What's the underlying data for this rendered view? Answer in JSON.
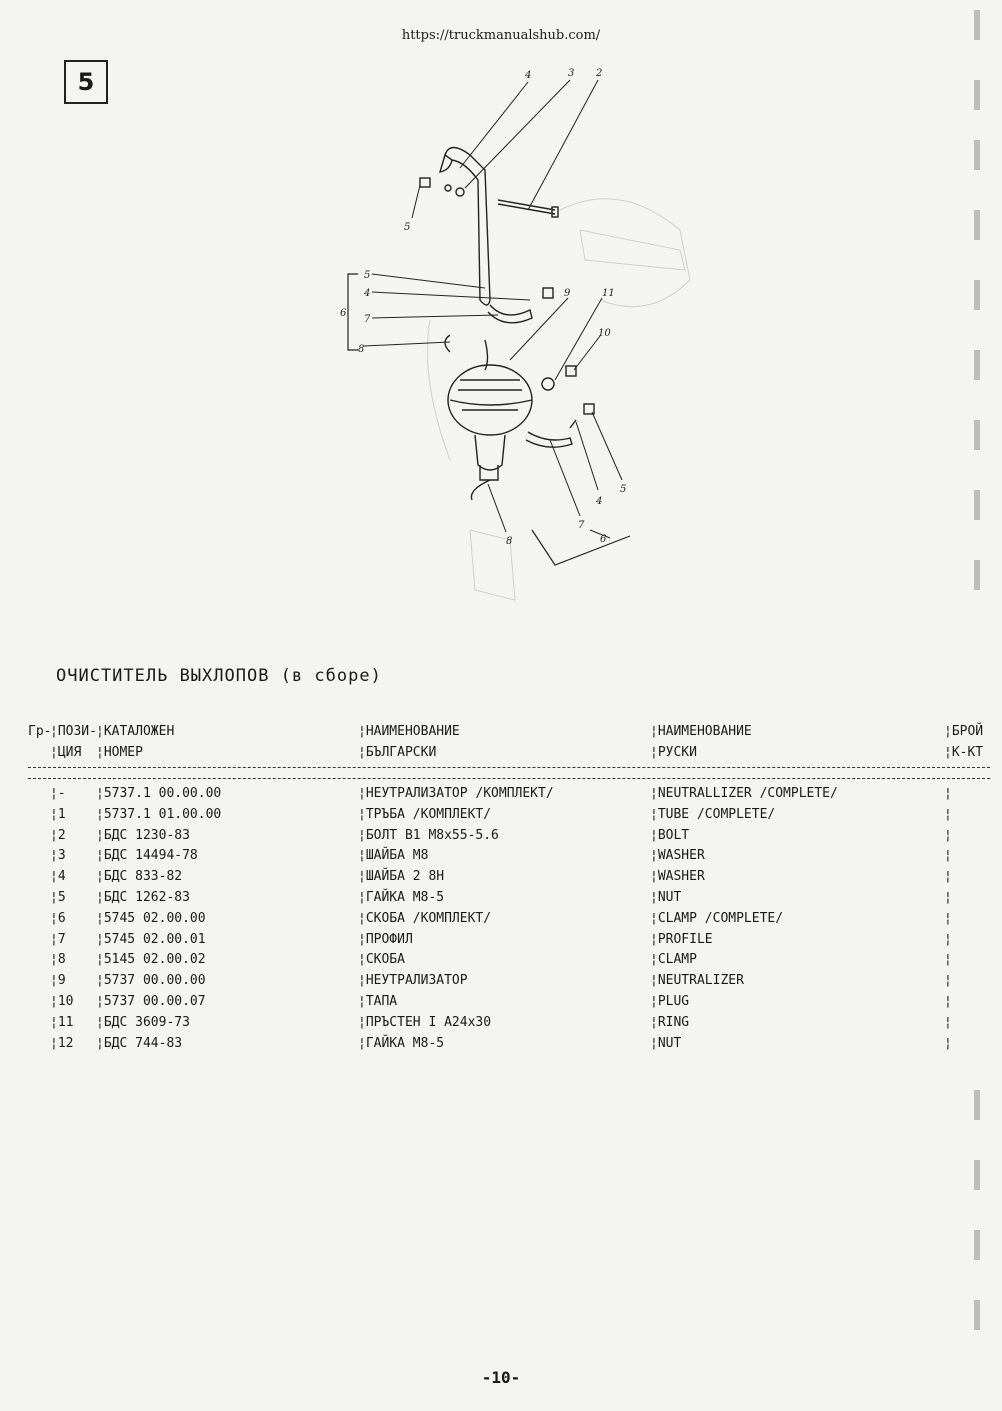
{
  "header": {
    "url": "https://truckmanualshub.com/",
    "page_box": "5"
  },
  "diagram": {
    "callouts": [
      "4",
      "3",
      "2",
      "5",
      "5",
      "4",
      "7",
      "6",
      "8",
      "9",
      "11",
      "10",
      "5",
      "4",
      "7",
      "6",
      "8"
    ]
  },
  "title": "ОЧИСТИТЕЛЬ ВЫХЛОПОВ (в сборе)",
  "table": {
    "headers": {
      "gr": "Гр-",
      "pos": "¦ПОЗИ-\n¦ЦИЯ",
      "cat": "¦КАТАЛОЖЕН\n¦НОМЕР",
      "bg": "¦НАИМЕНОВАНИЕ\n¦БЪЛГАРСКИ",
      "ru": "¦НАИМЕНОВАНИЕ\n¦РУСКИ",
      "qty": "¦БРОЙ\n¦К-КТ"
    },
    "rows": [
      {
        "pos": "¦-",
        "cat": "¦5737.1 00.00.00",
        "bg": "¦НЕУТРАЛИЗАТОР /КОМПЛЕКТ/",
        "ru": "¦NEUTRALLIZER /COMPLETE/",
        "qty": "¦"
      },
      {
        "pos": "¦1",
        "cat": "¦5737.1 01.00.00",
        "bg": "¦ТРЪБА /КОМПЛЕКТ/",
        "ru": "¦TUBE /COMPLETE/",
        "qty": "¦"
      },
      {
        "pos": "¦2",
        "cat": "¦БДС 1230-83",
        "bg": "¦БОЛТ В1 М8x55-5.6",
        "ru": "¦BOLT",
        "qty": "¦"
      },
      {
        "pos": "¦3",
        "cat": "¦БДС 14494-78",
        "bg": "¦ШАЙБА М8",
        "ru": "¦WASHER",
        "qty": "¦"
      },
      {
        "pos": "¦4",
        "cat": "¦БДС 833-82",
        "bg": "¦ШАЙБА 2 8Н",
        "ru": "¦WASHER",
        "qty": "¦"
      },
      {
        "pos": "¦5",
        "cat": "¦БДС 1262-83",
        "bg": "¦ГАЙКА М8-5",
        "ru": "¦NUT",
        "qty": "¦"
      },
      {
        "pos": "¦6",
        "cat": "¦5745 02.00.00",
        "bg": "¦СКОБА /КОМПЛЕКТ/",
        "ru": "¦CLAMP /COMPLETE/",
        "qty": "¦"
      },
      {
        "pos": "¦7",
        "cat": "¦5745 02.00.01",
        "bg": "¦ПРОФИЛ",
        "ru": "¦PROFILE",
        "qty": "¦"
      },
      {
        "pos": "¦8",
        "cat": "¦5145 02.00.02",
        "bg": "¦СКОБА",
        "ru": "¦CLAMP",
        "qty": "¦"
      },
      {
        "pos": "¦9",
        "cat": "¦5737 00.00.00",
        "bg": "¦НЕУТРАЛИЗАТОР",
        "ru": "¦NEUTRALIZER",
        "qty": "¦"
      },
      {
        "pos": "¦10",
        "cat": "¦5737 00.00.07",
        "bg": "¦ТАПА",
        "ru": "¦PLUG",
        "qty": "¦"
      },
      {
        "pos": "¦11",
        "cat": "¦БДС 3609-73",
        "bg": "¦ПРЪСТЕН I А24x30",
        "ru": "¦RING",
        "qty": "¦"
      },
      {
        "pos": "¦12",
        "cat": "¦БДС 744-83",
        "bg": "¦ГАЙКА М8-5",
        "ru": "¦NUT",
        "qty": "¦"
      }
    ]
  },
  "footer": {
    "page_number": "-10-"
  }
}
